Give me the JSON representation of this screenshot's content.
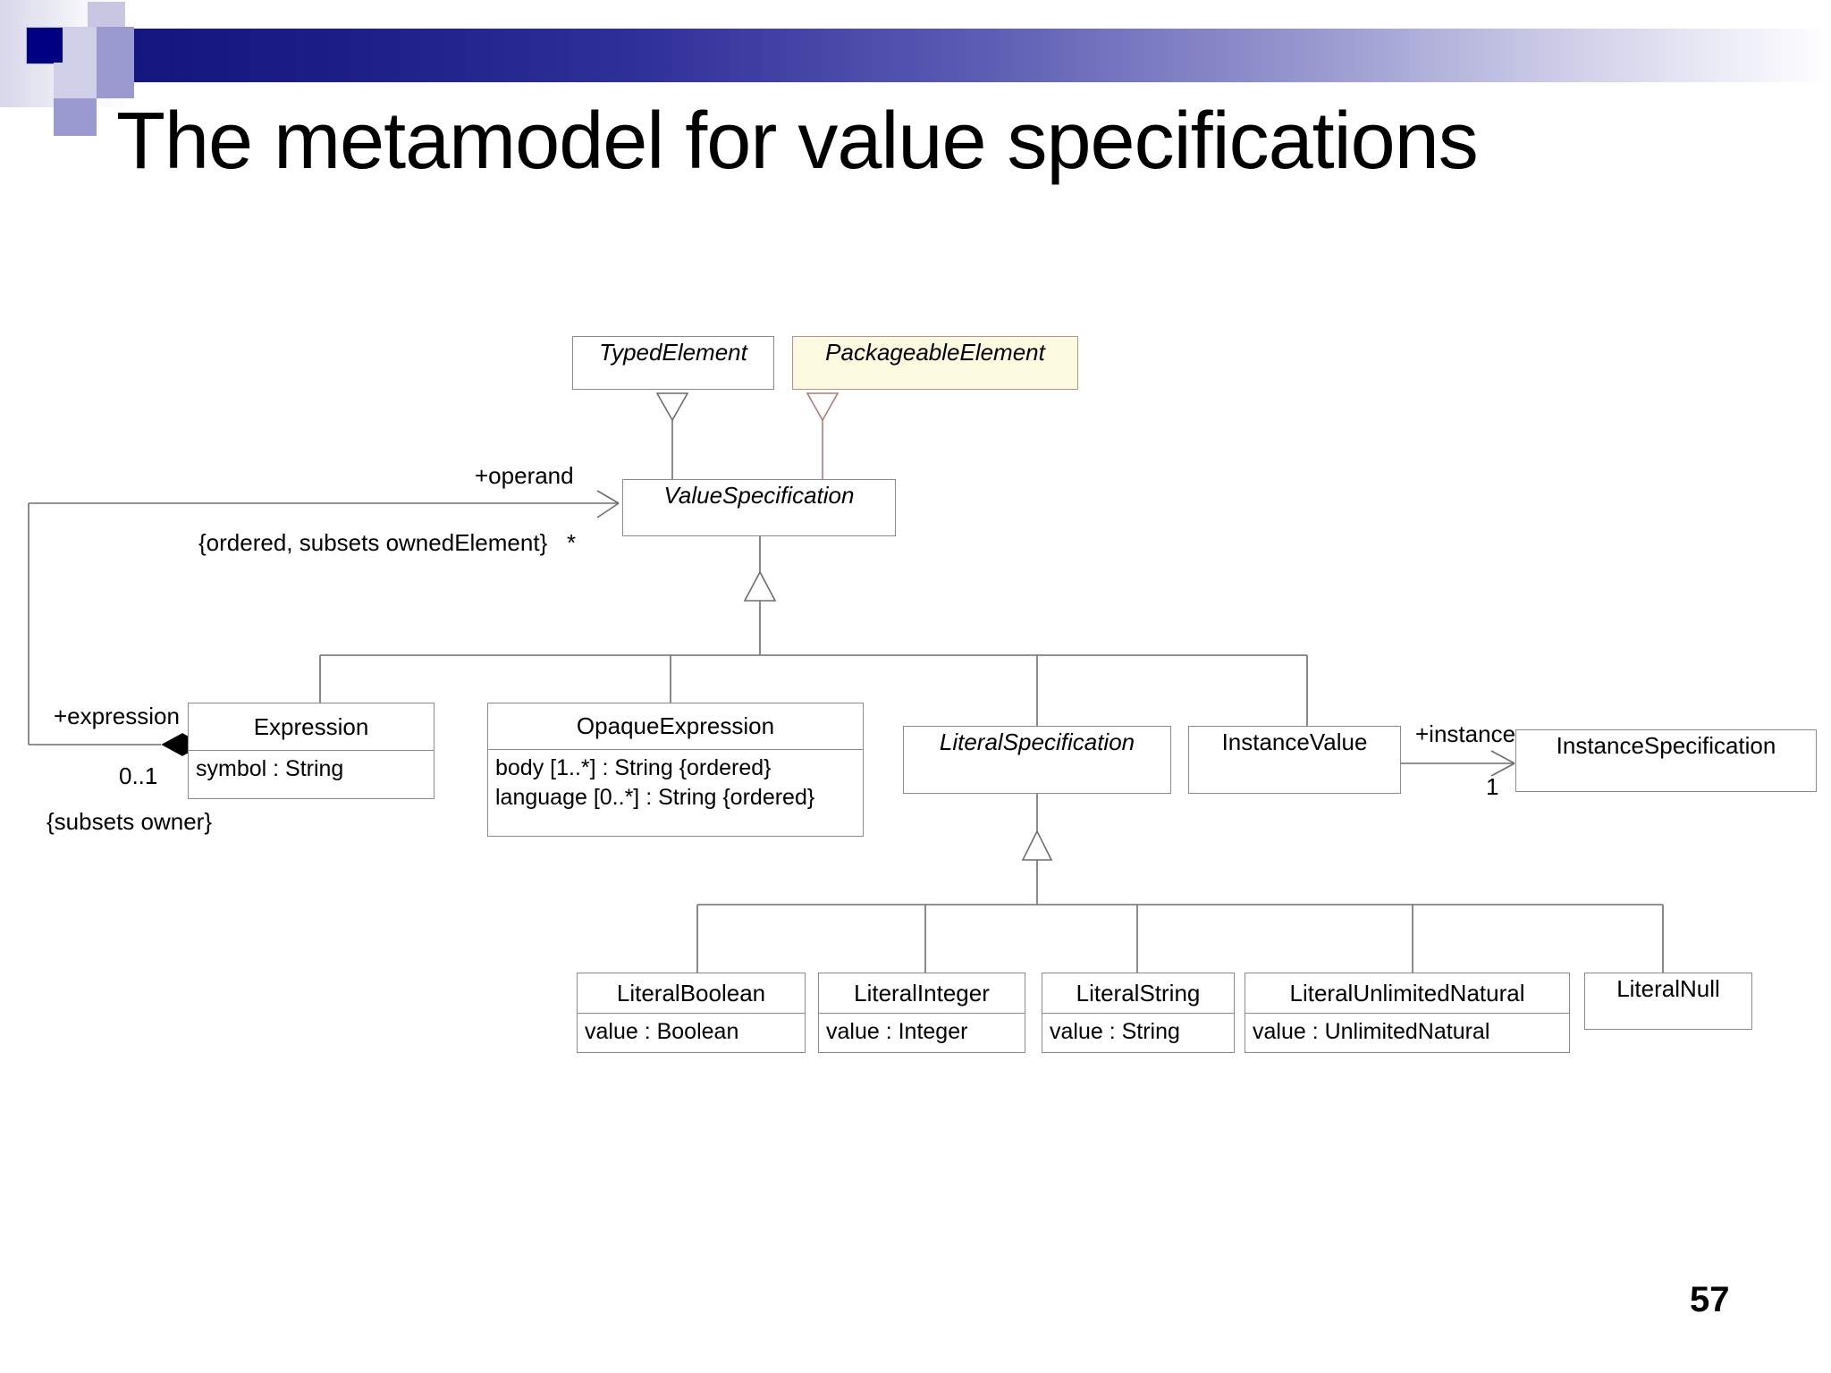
{
  "slide": {
    "title": "The metamodel for value specifications",
    "page_number": "57",
    "accent_navy": "#000080",
    "accent_lavender": "#9a9ad0",
    "highlight_fill": "#fcfadf",
    "highlight_border": "#bf8f8f"
  },
  "diagram": {
    "type": "uml-class-diagram",
    "classes": [
      {
        "id": "typedElement",
        "name": "TypedElement",
        "abstract": true,
        "highlight": false,
        "attributes": []
      },
      {
        "id": "packageableElement",
        "name": "PackageableElement",
        "abstract": true,
        "highlight": true,
        "attributes": []
      },
      {
        "id": "valueSpecification",
        "name": "ValueSpecification",
        "abstract": true,
        "highlight": false,
        "attributes": []
      },
      {
        "id": "expression",
        "name": "Expression",
        "abstract": false,
        "highlight": false,
        "attributes": [
          "symbol : String"
        ]
      },
      {
        "id": "opaqueExpression",
        "name": "OpaqueExpression",
        "abstract": false,
        "highlight": false,
        "attributes": [
          "body  [1..*] : String {ordered}",
          "language [0..*] : String {ordered}"
        ]
      },
      {
        "id": "literalSpecification",
        "name": "LiteralSpecification",
        "abstract": true,
        "highlight": false,
        "attributes": []
      },
      {
        "id": "instanceValue",
        "name": "InstanceValue",
        "abstract": false,
        "highlight": false,
        "attributes": []
      },
      {
        "id": "instanceSpecification",
        "name": "InstanceSpecification",
        "abstract": false,
        "highlight": false,
        "attributes": []
      },
      {
        "id": "literalBoolean",
        "name": "LiteralBoolean",
        "abstract": false,
        "highlight": false,
        "attributes": [
          "value : Boolean"
        ]
      },
      {
        "id": "literalInteger",
        "name": "LiteralInteger",
        "abstract": false,
        "highlight": false,
        "attributes": [
          "value : Integer"
        ]
      },
      {
        "id": "literalString",
        "name": "LiteralString",
        "abstract": false,
        "highlight": false,
        "attributes": [
          "value : String"
        ]
      },
      {
        "id": "literalUnlimitedNatural",
        "name": "LiteralUnlimitedNatural",
        "abstract": false,
        "highlight": false,
        "attributes": [
          "value : UnlimitedNatural"
        ]
      },
      {
        "id": "literalNull",
        "name": "LiteralNull",
        "abstract": false,
        "highlight": false,
        "attributes": []
      }
    ],
    "generalizations": [
      {
        "from": "valueSpecification",
        "to": "typedElement"
      },
      {
        "from": "valueSpecification",
        "to": "packageableElement"
      },
      {
        "from": "expression",
        "to": "valueSpecification"
      },
      {
        "from": "opaqueExpression",
        "to": "valueSpecification"
      },
      {
        "from": "literalSpecification",
        "to": "valueSpecification"
      },
      {
        "from": "instanceValue",
        "to": "valueSpecification"
      },
      {
        "from": "literalBoolean",
        "to": "literalSpecification"
      },
      {
        "from": "literalInteger",
        "to": "literalSpecification"
      },
      {
        "from": "literalString",
        "to": "literalSpecification"
      },
      {
        "from": "literalUnlimitedNatural",
        "to": "literalSpecification"
      },
      {
        "from": "literalNull",
        "to": "literalSpecification"
      }
    ],
    "associations": [
      {
        "id": "expression-operand",
        "source": "expression",
        "target": "valueSpecification",
        "aggregation": "composite",
        "source_end_role": "+expression",
        "source_end_multiplicity": "0..1",
        "source_end_constraint": "{subsets owner}",
        "target_end_role": "+operand",
        "target_end_multiplicity": "*",
        "target_end_constraint": "{ordered, subsets ownedElement}"
      },
      {
        "id": "instancevalue-instance",
        "source": "instanceValue",
        "target": "instanceSpecification",
        "aggregation": "none",
        "target_end_role": "+instance",
        "target_end_multiplicity": "1"
      }
    ],
    "labels": {
      "operand": "+operand",
      "ordered_subsets_ownedElement": "{ordered, subsets ownedElement}",
      "star": "*",
      "expression_role": "+expression",
      "zero_one": "0..1",
      "subsets_owner": "{subsets owner}",
      "instance_role": "+instance",
      "one": "1"
    }
  }
}
